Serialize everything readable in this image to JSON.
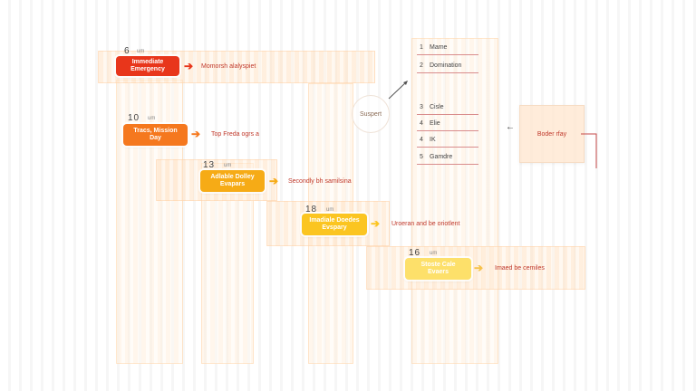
{
  "steps": [
    {
      "num": "6",
      "unit": "um",
      "label": "Immediate\nEmergency",
      "desc": "Momorsh alalyspiet",
      "color": "#e8361b",
      "arrow_color": "#e8361b"
    },
    {
      "num": "10",
      "unit": "um",
      "label": "Tracs, Mission\nDay",
      "desc": "Top Freda ogrs a",
      "color": "#f5781e",
      "arrow_color": "#f5781e"
    },
    {
      "num": "13",
      "unit": "um",
      "label": "Adlable Dolley\nEvapars",
      "desc": "Secondly bh samilsina",
      "color": "#f6ab16",
      "arrow_color": "#f6ab16"
    },
    {
      "num": "18",
      "unit": "um",
      "label": "Imadiale Doedes\nEvspary",
      "desc": "Uroeran and be oriotlent",
      "color": "#fbc521",
      "arrow_color": "#fbc521"
    },
    {
      "num": "16",
      "unit": "um",
      "label": "Stoste Cale\nEvaers",
      "desc": "Imaed be cemiles",
      "color": "#fde06a",
      "arrow_color": "#f6c24a"
    }
  ],
  "side_list": [
    {
      "num": "1",
      "label": "Mame"
    },
    {
      "num": "2",
      "label": "Domination"
    },
    {
      "num": "3",
      "label": "Cisle"
    },
    {
      "num": "4",
      "label": "Elie"
    },
    {
      "num": "4",
      "label": "IK"
    },
    {
      "num": "5",
      "label": "Gamdre"
    }
  ],
  "support_label": "Suspert",
  "border_label": "Boder rfay"
}
